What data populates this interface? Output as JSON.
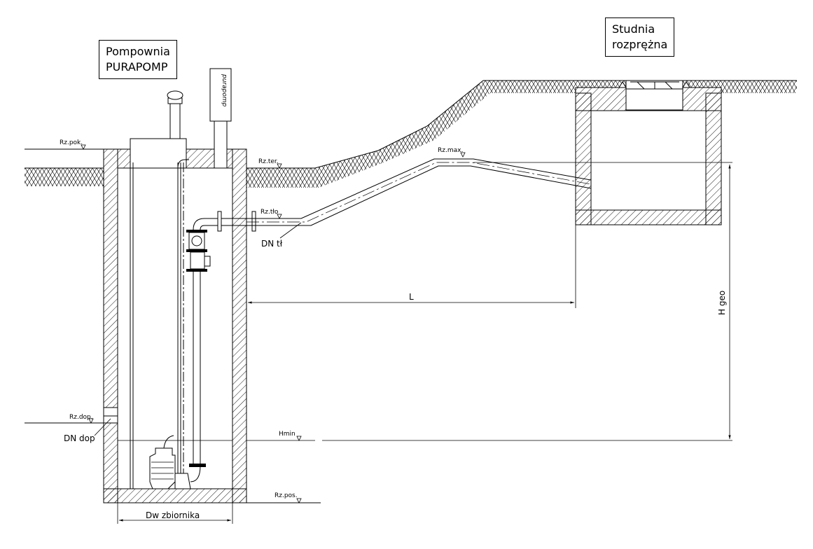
{
  "titles": {
    "pumping_station": [
      "Pompownia",
      "PURAPOMP"
    ],
    "relief_well": [
      "Studnia",
      "rozprężna"
    ]
  },
  "labels": {
    "rz_pok": "Rz.pok.",
    "rz_ter": "Rz.ter.",
    "rz_tlo": "Rz.tło",
    "rz_max": "Rz.max.",
    "rz_dop": "Rz.dop.",
    "rz_pos": "Rz.pos.",
    "hmin": "Hmin",
    "dn_tl": "DN tł",
    "dn_dop": "DN dop",
    "l": "L",
    "h_geo": "H geo",
    "dw_zbiornika": "Dw zbiornika",
    "brand_mark": "purapomp"
  },
  "colors": {
    "line": "#000000",
    "background": "#ffffff"
  }
}
